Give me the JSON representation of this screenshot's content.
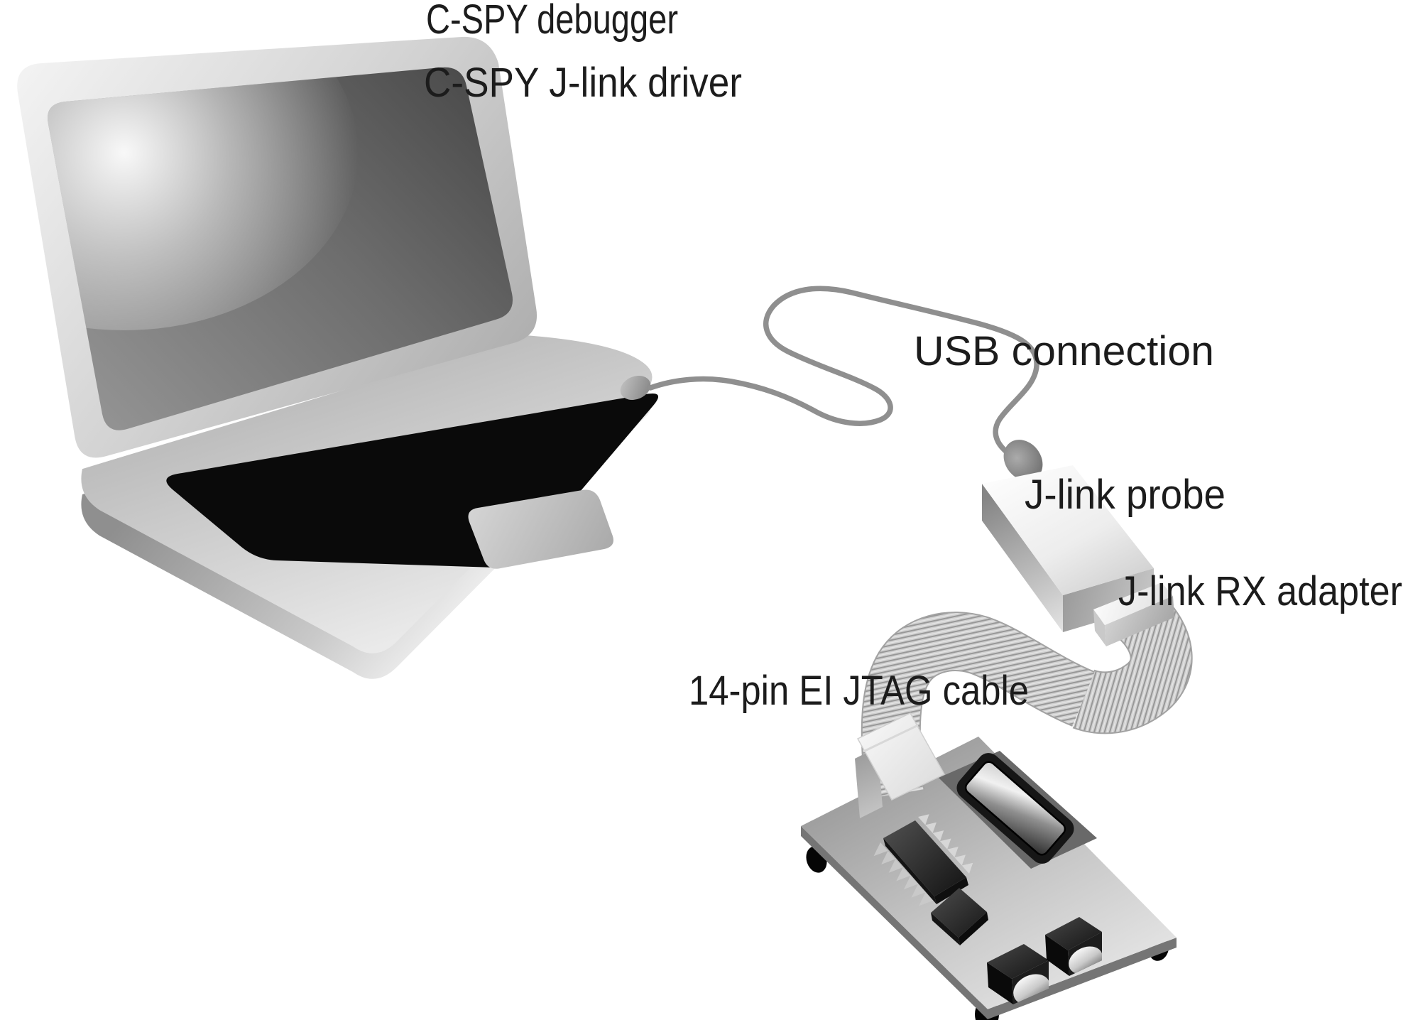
{
  "diagram": {
    "labels": {
      "debugger": "C-SPY debugger",
      "driver": "C-SPY J-link driver",
      "usb": "USB connection",
      "probe": "J-link probe",
      "adapter": "J-link RX adapter",
      "jtag_cable": "14-pin EI JTAG cable"
    },
    "objects": [
      "laptop computer",
      "USB cable",
      "J-link probe",
      "J-link RX adapter",
      "14-pin ribbon cable",
      "target board"
    ],
    "colors": {
      "label_text": "#1c1c1c",
      "cable": "#8f8f8f",
      "keyboard": "#0a0a0a",
      "screen_dark": "#4a4a4a",
      "board_dark_panel": "#696969",
      "background": "#ffffff"
    }
  }
}
